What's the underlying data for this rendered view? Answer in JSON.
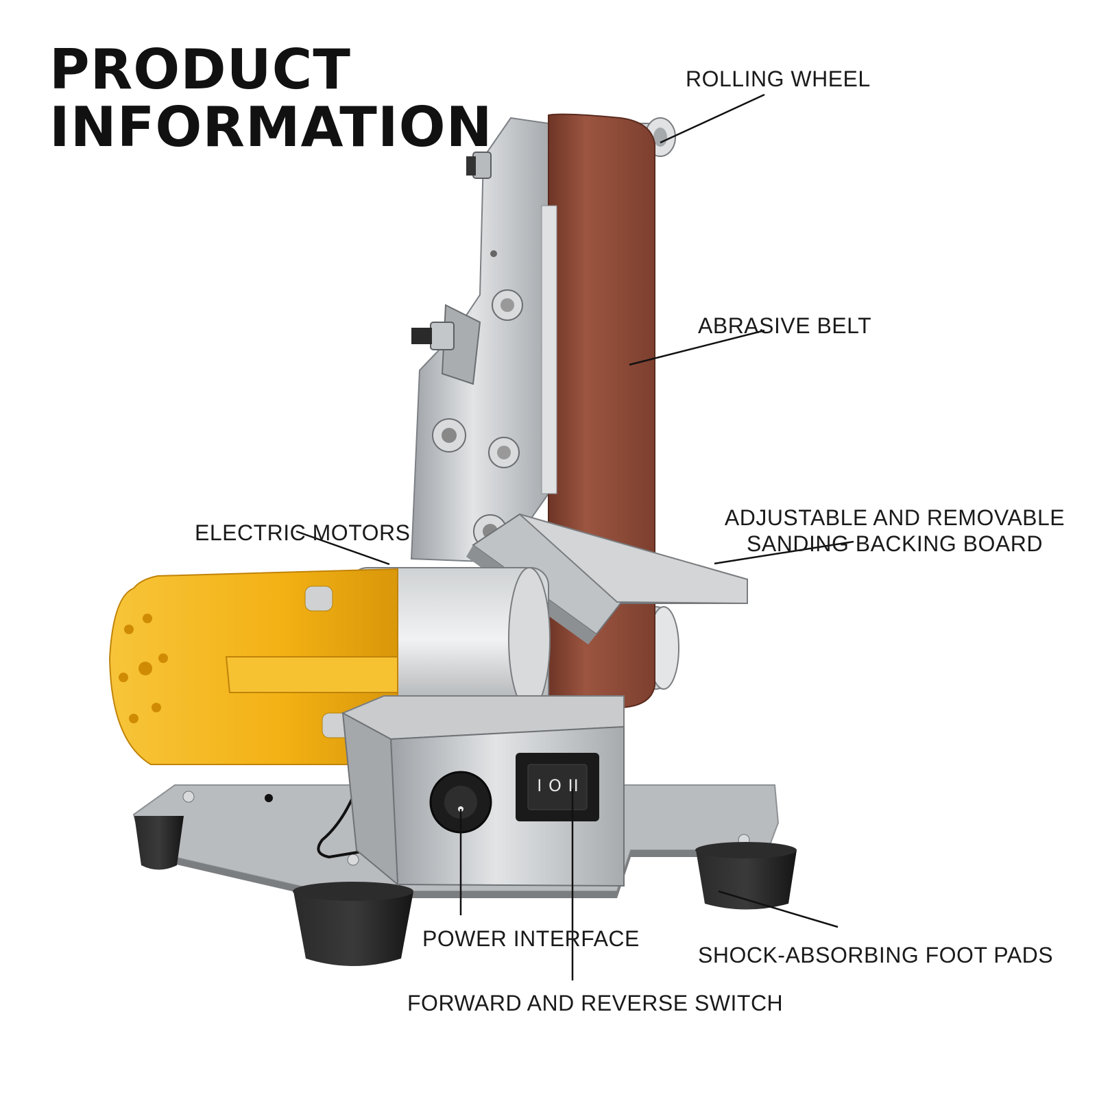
{
  "title": {
    "line1": "PRODUCT",
    "line2": "INFORMATION"
  },
  "labels": {
    "rolling_wheel": "ROLLING WHEEL",
    "abrasive_belt": "ABRASIVE BELT",
    "electric_motors": "ELECTRIC MOTORS",
    "backing_board_line1": "ADJUSTABLE AND REMOVABLE",
    "backing_board_line2": "SANDING BACKING BOARD",
    "power_interface": "POWER INTERFACE",
    "foot_pads": "SHOCK-ABSORBING FOOT PADS",
    "switch": "FORWARD AND REVERSE SWITCH"
  },
  "switch_glyph": "I O II",
  "colors": {
    "belt": "#8e4a36",
    "motor_cap": "#f5b81c",
    "steel": "#c9cbcd",
    "rubber": "#1f1f1f"
  }
}
